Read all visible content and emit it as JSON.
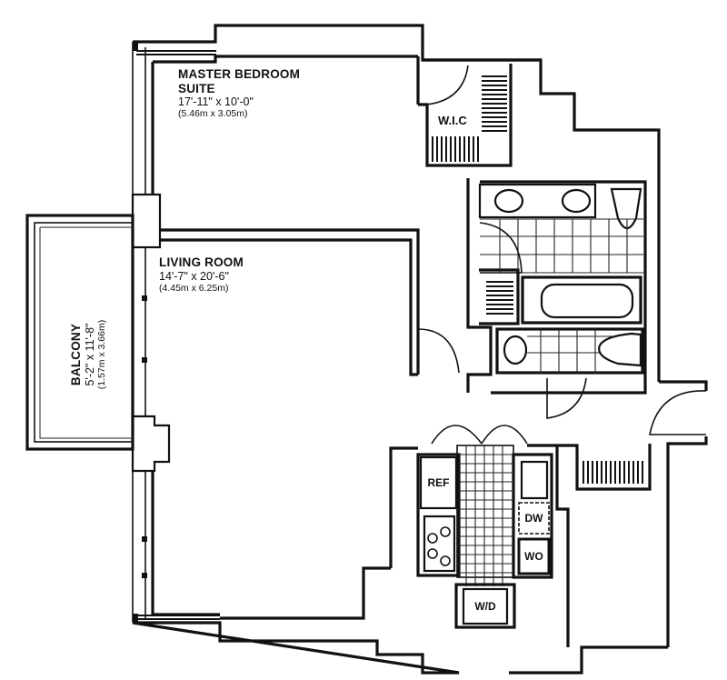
{
  "floor_plan": {
    "rooms": {
      "master_bedroom": {
        "title_line1": "MASTER BEDROOM",
        "title_line2": "SUITE",
        "dimensions_imperial": "17'-11\" x 10'-0\"",
        "dimensions_metric": "(5.46m x 3.05m)"
      },
      "living_room": {
        "title": "LIVING ROOM",
        "dimensions_imperial": "14'-7\" x 20'-6\"",
        "dimensions_metric": "(4.45m x 6.25m)"
      },
      "balcony": {
        "title": "BALCONY",
        "dimensions_imperial": "5'-2\" x 11'-8\"",
        "dimensions_metric": "(1.57m x 3.66m)"
      },
      "walk_in_closet": {
        "label": "W.I.C"
      }
    },
    "kitchen": {
      "refrigerator": "REF",
      "dishwasher": "DW",
      "wall_oven": "WO",
      "washer_dryer": "W/D"
    },
    "colors": {
      "line": "#111111",
      "background": "#ffffff"
    }
  }
}
